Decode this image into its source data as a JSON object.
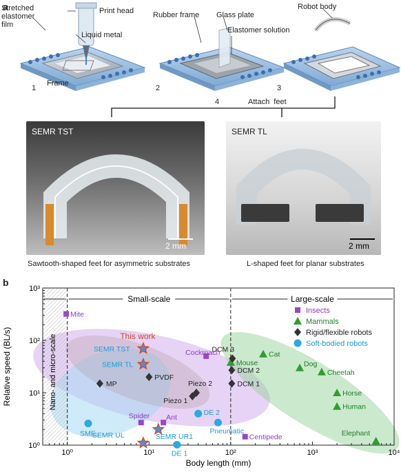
{
  "panel_a": {
    "letter": "a",
    "step1": {
      "number": "1",
      "labels": {
        "film": "Stretched\nelastomer\nfilm",
        "print_head": "Print head",
        "liquid_metal": "Liquid metal",
        "frame": "Frame"
      }
    },
    "step2": {
      "number": "2",
      "labels": {
        "rubber_frame": "Rubber frame",
        "glass_plate": "Glass plate",
        "elastomer_solution": "Elastomer solution"
      }
    },
    "step3": {
      "number": "3",
      "labels": {
        "robot_body": "Robot body"
      }
    },
    "step4": {
      "number": "4",
      "label": "Attach  feet"
    },
    "photo_left": {
      "title": "SEMR TST",
      "scale": "2 mm",
      "caption": "Sawtooth-shaped feet for asymmetric substrates"
    },
    "photo_right": {
      "title": "SEMR TL",
      "scale": "2 mm",
      "caption": "L-shaped feet for planar substrates"
    }
  },
  "panel_b": {
    "letter": "b"
  },
  "chart_data": {
    "type": "scatter",
    "xlabel": "Body length (mm)",
    "ylabel": "Relative speed (BL/s)",
    "xscale": "log",
    "yscale": "log",
    "xlim": [
      0.5,
      10000
    ],
    "ylim": [
      1,
      1000
    ],
    "x_ticks": [
      {
        "value": 1,
        "label": "10⁰"
      },
      {
        "value": 10,
        "label": "10¹"
      },
      {
        "value": 100,
        "label": "10²"
      },
      {
        "value": 1000,
        "label": "10³"
      },
      {
        "value": 10000,
        "label": "10⁴"
      }
    ],
    "y_ticks": [
      {
        "value": 1,
        "label": "10⁰"
      },
      {
        "value": 10,
        "label": "10¹"
      },
      {
        "value": 100,
        "label": "10²"
      },
      {
        "value": 1000,
        "label": "10³"
      }
    ],
    "regions": [
      {
        "label": "Nano- and micro-scale"
      },
      {
        "label": "Small-scale"
      },
      {
        "label": "Large-scale"
      }
    ],
    "legend_position": "top-right",
    "series": [
      {
        "name": "Insects",
        "marker": "square",
        "color": "#9b45c8",
        "points": [
          {
            "label": "Mite",
            "x": 0.97,
            "y": 320
          },
          {
            "label": "Cockroach",
            "x": 50,
            "y": 50
          },
          {
            "label": "Spider",
            "x": 8,
            "y": 2.7
          },
          {
            "label": "Ant",
            "x": 15,
            "y": 2.7
          },
          {
            "label": "Centipede",
            "x": 150,
            "y": 1.45
          }
        ]
      },
      {
        "name": "Mammals",
        "marker": "triangle",
        "color": "#2ca02c",
        "points": [
          {
            "label": "Mouse",
            "x": 100,
            "y": 38
          },
          {
            "label": "Cat",
            "x": 250,
            "y": 55
          },
          {
            "label": "Dog",
            "x": 700,
            "y": 30
          },
          {
            "label": "Cheetah",
            "x": 1300,
            "y": 25
          },
          {
            "label": "Horse",
            "x": 2000,
            "y": 10
          },
          {
            "label": "Human",
            "x": 2000,
            "y": 5.5
          },
          {
            "label": "Elephant",
            "x": 6000,
            "y": 1.2
          }
        ]
      },
      {
        "name": "Rigid/flexible robots",
        "marker": "diamond",
        "color": "#333333",
        "points": [
          {
            "label": "MP",
            "x": 2.5,
            "y": 15
          },
          {
            "label": "PVDF",
            "x": 10,
            "y": 20
          },
          {
            "label": "Piezo 2",
            "x": 38,
            "y": 10
          },
          {
            "label": "Piezo 1",
            "x": 34,
            "y": 8.6
          },
          {
            "label": "DCM 3",
            "x": 105,
            "y": 45
          },
          {
            "label": "DCM 2",
            "x": 103,
            "y": 27
          },
          {
            "label": "DCM 1",
            "x": 103,
            "y": 15
          }
        ]
      },
      {
        "name": "Soft-bodied robots",
        "marker": "circle",
        "color": "#29aae1",
        "points": [
          {
            "label": "SME",
            "x": 1.8,
            "y": 2.6
          },
          {
            "label": "DE 1",
            "x": 22,
            "y": 1.02
          },
          {
            "label": "DE 2",
            "x": 40,
            "y": 4
          },
          {
            "label": "Pneumatic",
            "x": 70,
            "y": 2.7
          }
        ]
      },
      {
        "name": "This work",
        "marker": "star",
        "color": "#4a90d9",
        "points": [
          {
            "label": "SEMR TST",
            "x": 8.5,
            "y": 70
          },
          {
            "label": "SEMR TL",
            "x": 8.5,
            "y": 35
          },
          {
            "label": "SEMR UL",
            "x": 8.5,
            "y": 1.1
          },
          {
            "label": "SEMR UR1",
            "x": 13,
            "y": 2.0
          }
        ]
      }
    ]
  }
}
